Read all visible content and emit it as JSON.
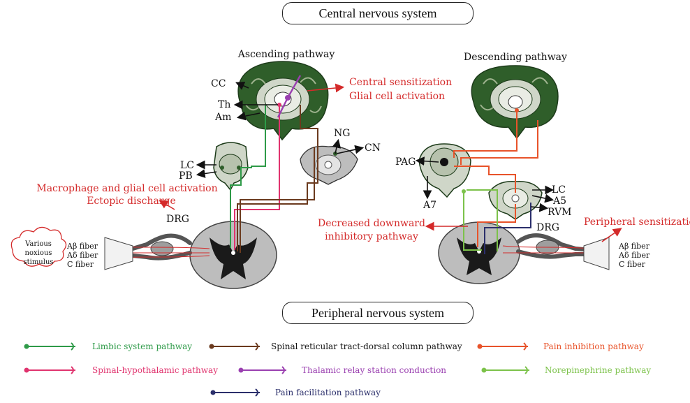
{
  "titles": {
    "central": "Central nervous system",
    "peripheral": "Peripheral nervous system",
    "ascending": "Ascending pathway",
    "descending": "Descending pathway"
  },
  "left_labels": {
    "cc": "CC",
    "th": "Th",
    "am": "Am",
    "lc": "LC",
    "pb": "PB",
    "ng": "NG",
    "cn": "CN",
    "drg": "DRG",
    "central_sens": "Central sensitization",
    "glial": "Glial cell activation",
    "macrophage": "Macrophage and glial cell activation",
    "ectopic": "Ectopic discharge",
    "stimulus": [
      "Various",
      "noxious",
      "stimulus"
    ],
    "fibers": [
      "Aβ fiber",
      "Aδ fiber",
      "C fiber"
    ]
  },
  "right_labels": {
    "pag": "PAG",
    "a7": "A7",
    "lc": "LC",
    "a5": "A5",
    "rvm": "RVM",
    "drg": "DRG",
    "decreased": [
      "Decreased downward",
      "inhibitory pathway"
    ],
    "peripheral_sens": "Peripheral sensitization",
    "fibers": [
      "Aβ fiber",
      "Aδ fiber",
      "C fiber"
    ]
  },
  "legend": [
    {
      "label": "Limbic system pathway",
      "color": "#2e9a48"
    },
    {
      "label": "Spinal reticular tract-dorsal column pathway",
      "color": "#6b3a1e"
    },
    {
      "label": "Pain inhibition pathway",
      "color": "#e8532a"
    },
    {
      "label": "Spinal-hypothalamic pathway",
      "color": "#e0336e"
    },
    {
      "label": "Thalamic relay station conduction",
      "color": "#9a3fb0"
    },
    {
      "label": "Norepinephrine pathway",
      "color": "#7cc24a"
    },
    {
      "label": "Pain facilitation pathway",
      "color": "#2b2f6b"
    }
  ],
  "colors": {
    "brain_green": "#2f5e2a",
    "tissue_gray": "#bdbdbd",
    "red_text": "#d42a2a"
  }
}
